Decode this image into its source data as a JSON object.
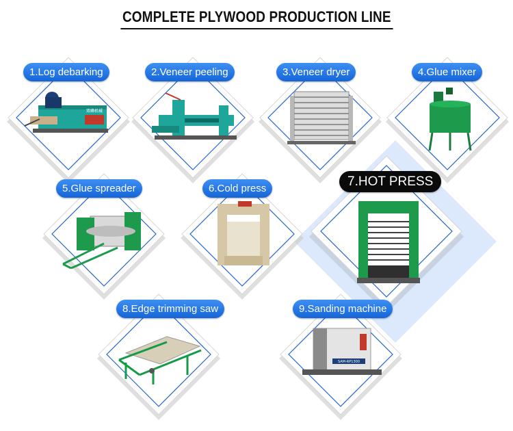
{
  "title": "COMPLETE PLYWOOD PRODUCTION LINE",
  "steps": [
    {
      "label": "1.Log debarking"
    },
    {
      "label": "2.Veneer peeling"
    },
    {
      "label": "3.Veneer dryer"
    },
    {
      "label": "4.Glue mixer"
    },
    {
      "label": "5.Glue spreader"
    },
    {
      "label": "6.Cold press"
    },
    {
      "label": "7.HOT PRESS"
    },
    {
      "label": "8.Edge trimming saw"
    },
    {
      "label": "9.Sanding machine"
    }
  ],
  "machine_plates": {
    "log_debarking": "双峰机械",
    "sanding_machine": "SAM-RP1300"
  },
  "colors": {
    "label_blue": "#1f6fe0",
    "hot_label": "#0a0a0a",
    "frame_blue": "#2563c9",
    "highlight_bg": "#d8e6fb",
    "machine_teal": "#1ea69b",
    "machine_green": "#159a48"
  }
}
